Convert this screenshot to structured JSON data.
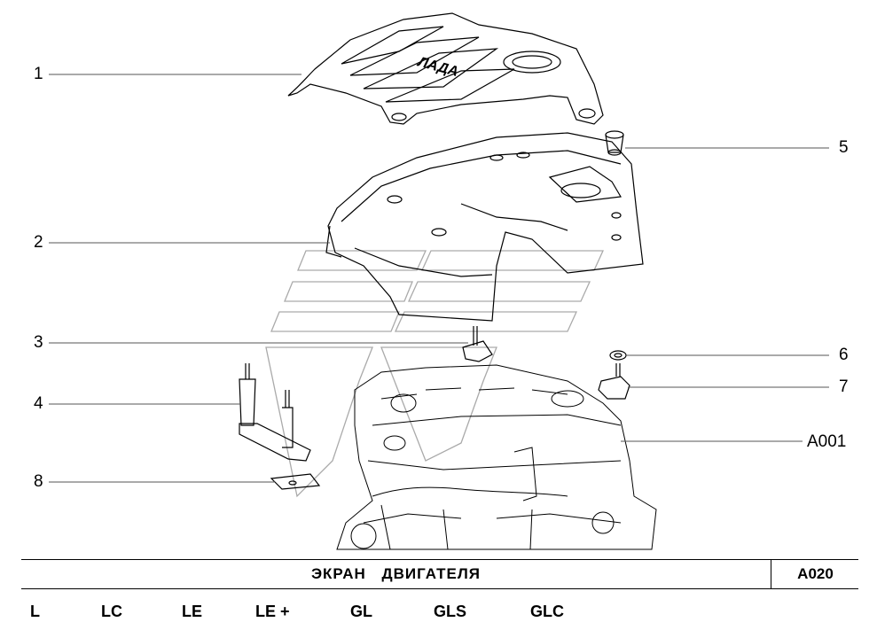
{
  "callouts": [
    "1",
    "2",
    "3",
    "4",
    "5",
    "6",
    "7",
    "8",
    "A001"
  ],
  "title": {
    "name": "ЭКРАН   ДВИГАТЕЛЯ",
    "code": "A020"
  },
  "trims": [
    "L",
    "LC",
    "LE",
    "LE +",
    "GL",
    "GLS",
    "GLC"
  ]
}
